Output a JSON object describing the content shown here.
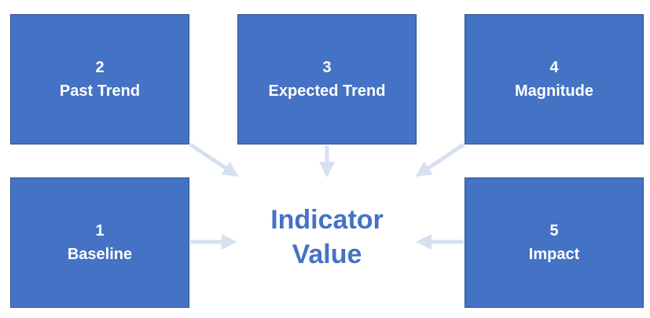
{
  "boxes": {
    "baseline": {
      "number": "1",
      "label": "Baseline"
    },
    "past_trend": {
      "number": "2",
      "label": "Past Trend"
    },
    "expected_trend": {
      "number": "3",
      "label": "Expected Trend"
    },
    "magnitude": {
      "number": "4",
      "label": "Magnitude"
    },
    "impact": {
      "number": "5",
      "label": "Impact"
    }
  },
  "center": {
    "line1": "Indicator",
    "line2": "Value"
  },
  "colors": {
    "box_fill": "#4472c4",
    "box_border": "#2f528f",
    "center_text": "#4472c4",
    "arrow": "#d6e1f0"
  }
}
